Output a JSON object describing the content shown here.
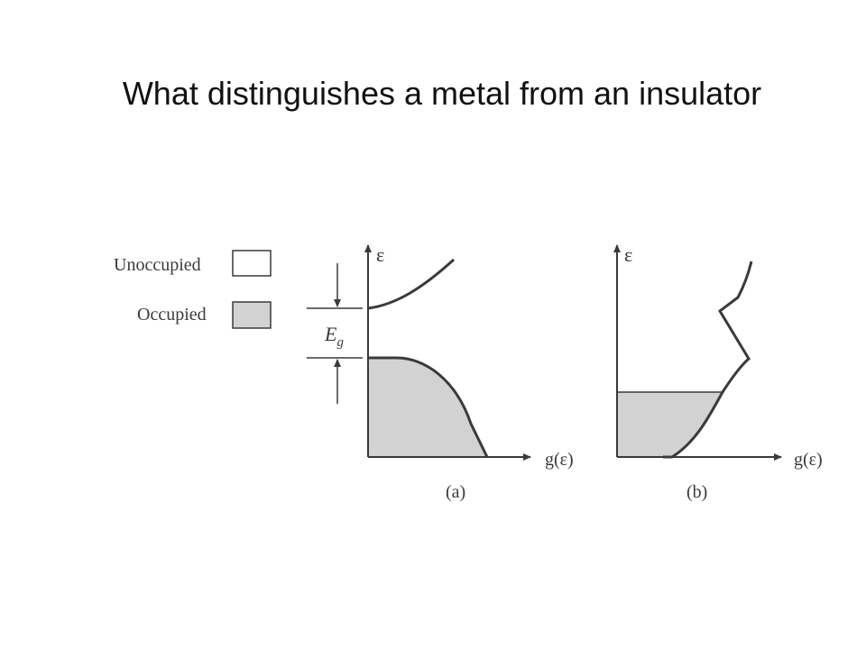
{
  "slide": {
    "title": "What distinguishes a metal from an insulator"
  },
  "legend": {
    "unoccupied_label": "Unoccupied",
    "occupied_label": "Occupied",
    "unoccupied_color": "#ffffff",
    "occupied_color": "#d2d2d2"
  },
  "panel_a": {
    "y_axis_label": "ε",
    "x_axis_label": "g(ε)",
    "gap_label": "E",
    "gap_subscript": "g",
    "caption": "(a)"
  },
  "panel_b": {
    "y_axis_label": "ε",
    "x_axis_label": "g(ε)",
    "caption": "(b)"
  },
  "colors": {
    "line": "#3a3a3a",
    "fill": "#d2d2d2"
  }
}
